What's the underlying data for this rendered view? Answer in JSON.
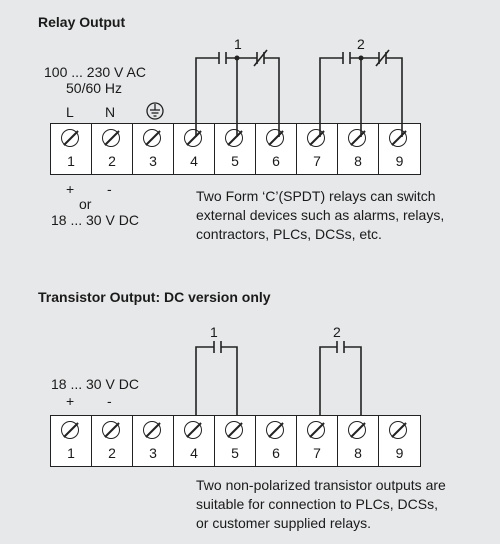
{
  "relay": {
    "title": "Relay Output",
    "ac_voltage": "100 ... 230 V AC",
    "ac_freq": "50/60 Hz",
    "label_L": "L",
    "label_N": "N",
    "plus": "+",
    "minus": "-",
    "or": "or",
    "dc_voltage": "18 ... 30 V DC",
    "relay1_label": "1",
    "relay2_label": "2",
    "terminals": [
      "1",
      "2",
      "3",
      "4",
      "5",
      "6",
      "7",
      "8",
      "9"
    ],
    "note_line1": "Two Form ‘C’(SPDT) relays can switch",
    "note_line2": "external devices such as alarms, relays,",
    "note_line3": "contractors, PLCs, DCSs, etc."
  },
  "transistor": {
    "title": "Transistor Output: DC version only",
    "dc_voltage": "18 ... 30 V DC",
    "plus": "+",
    "minus": "-",
    "output1_label": "1",
    "output2_label": "2",
    "terminals": [
      "1",
      "2",
      "3",
      "4",
      "5",
      "6",
      "7",
      "8",
      "9"
    ],
    "note_line1": "Two non-polarized transistor outputs are",
    "note_line2": "suitable for connection to PLCs, DCSs,",
    "note_line3": "or customer supplied relays."
  }
}
